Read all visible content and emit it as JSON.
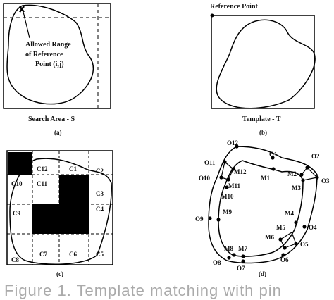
{
  "panel_a": {
    "range_label_line1": "Allowed Range",
    "range_label_line2": "of Reference",
    "range_label_line3": "Point (i,j)",
    "area_label": "Search Area - S",
    "caption": "(a)"
  },
  "panel_b": {
    "ref_label": "Reference Point",
    "template_label": "Template - T",
    "caption": "(b)"
  },
  "panel_c": {
    "cells": [
      "C12",
      "C1",
      "C2",
      "C10",
      "C11",
      "C3",
      "C4",
      "C9",
      "C8",
      "C7",
      "C6",
      "C5"
    ],
    "caption": "(c)"
  },
  "panel_d": {
    "outer_points": [
      "O1",
      "O2",
      "O3",
      "O4",
      "O5",
      "O6",
      "O7",
      "O8",
      "O9",
      "O10",
      "O11",
      "O12"
    ],
    "inner_points": [
      "M1",
      "M2",
      "M3",
      "M4",
      "M5",
      "M6",
      "M7",
      "M8",
      "M9",
      "M10",
      "M11",
      "M12"
    ],
    "caption": "(d)"
  },
  "figure_caption": "Figure 1. Template matching with pin"
}
